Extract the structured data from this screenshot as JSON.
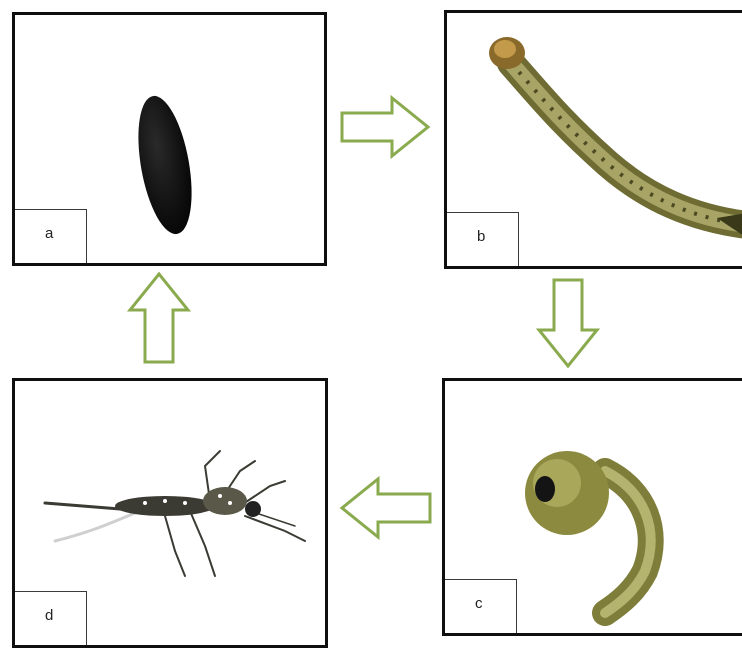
{
  "stages": [
    {
      "label": "a",
      "icon": "egg-icon"
    },
    {
      "label": "b",
      "icon": "larva-icon"
    },
    {
      "label": "c",
      "icon": "pupa-icon"
    },
    {
      "label": "d",
      "icon": "adult-mosquito-icon"
    }
  ],
  "colors": {
    "arrow_outline": "#8aaa4e",
    "panel_border": "#0f0f0f",
    "egg": "#0b0b0b",
    "larva": "#7f7d3d",
    "pupa": "#8c8a3e",
    "adult": "#3b3b33"
  }
}
